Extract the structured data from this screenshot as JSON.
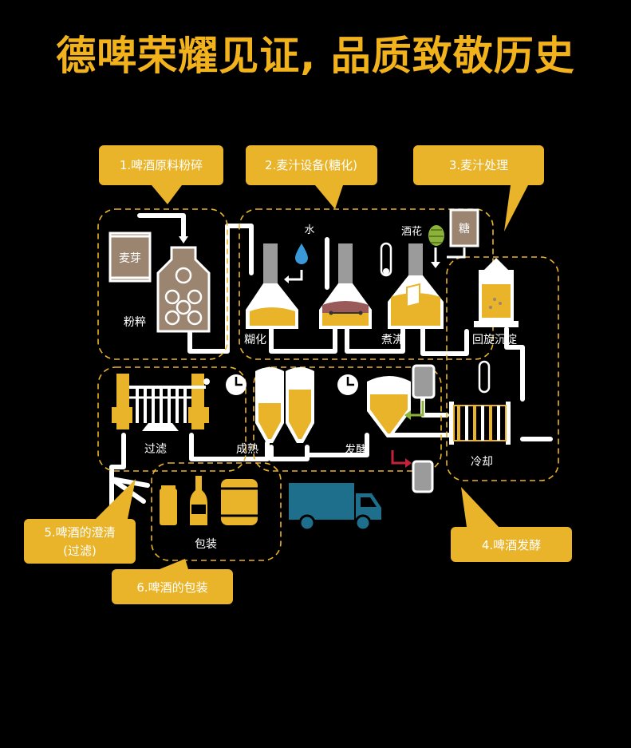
{
  "title": "德啤荣耀见证, 品质致敬历史",
  "colors": {
    "accent": "#e9b429",
    "brown": "#9b8470",
    "water": "#3a9ad9",
    "truck": "#1e6f8c",
    "hop": "#8bb33a",
    "red": "#c4223a"
  },
  "steps": {
    "s1": "1.啤酒原料粉碎",
    "s2": "2.麦汁设备(糖化)",
    "s3": "3.麦汁处理",
    "s4": "4.啤酒发酵",
    "s5a": "5.啤酒的澄清",
    "s5b": "(过滤)",
    "s6": "6.啤酒的包装"
  },
  "labels": {
    "malt": "麦芽",
    "crush": "粉粹",
    "water": "水",
    "hops": "酒花",
    "sugar": "糖",
    "mash": "糊化",
    "boil": "煮沸",
    "whirlpool": "回旋沉淀",
    "filter": "过滤",
    "mature": "成熟",
    "ferment": "发酵",
    "cool": "冷却",
    "pack": "包装"
  }
}
